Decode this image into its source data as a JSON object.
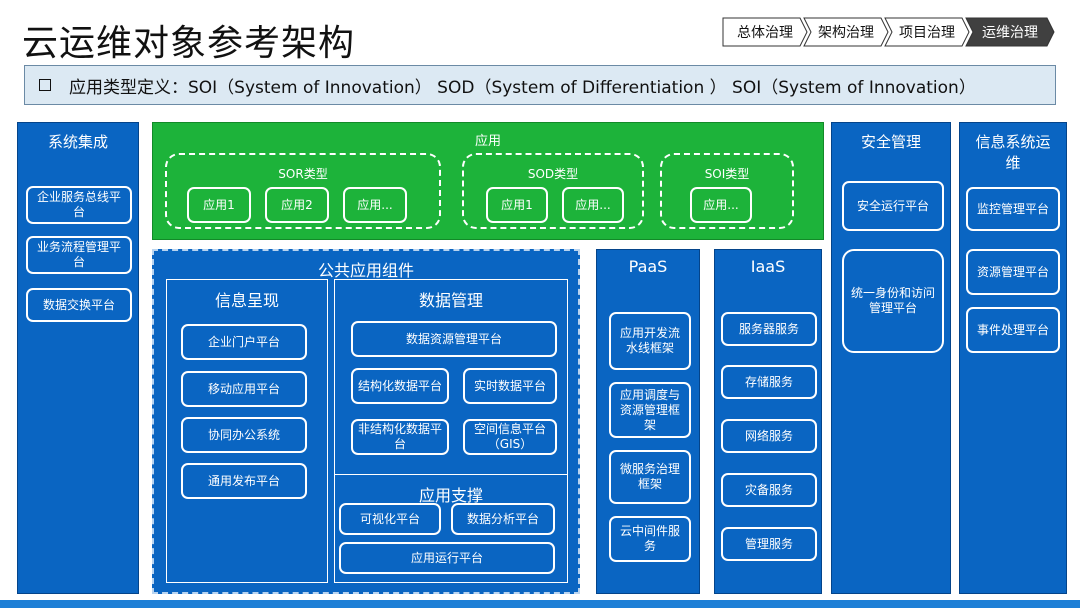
{
  "title": "云运维对象参考架构",
  "breadcrumb": [
    "总体治理",
    "架构治理",
    "项目治理",
    "运维治理"
  ],
  "definition": "应用类型定义：SOI（System of Innovation） SOD（System of Differentiation ） SOI（System of Innovation）",
  "system_integration": {
    "title": "系统集成",
    "items": [
      "企业服务总线平台",
      "业务流程管理平台",
      "数据交换平台"
    ]
  },
  "application": {
    "title": "应用",
    "groups": [
      {
        "title": "SOR类型",
        "items": [
          "应用1",
          "应用2",
          "应用..."
        ]
      },
      {
        "title": "SOD类型",
        "items": [
          "应用1",
          "应用..."
        ]
      },
      {
        "title": "SOI类型",
        "items": [
          "应用..."
        ]
      }
    ]
  },
  "common_components": {
    "title": "公共应用组件",
    "info_display": {
      "title": "信息呈现",
      "items": [
        "企业门户平台",
        "移动应用平台",
        "协同办公系统",
        "通用发布平台"
      ]
    },
    "data_management": {
      "title": "数据管理",
      "items": [
        "数据资源管理平台",
        "结构化数据平台",
        "实时数据平台",
        "非结构化数据平台",
        "空间信息平台（GIS）"
      ]
    },
    "app_support": {
      "title": "应用支撑",
      "items": [
        "可视化平台",
        "数据分析平台",
        "应用运行平台"
      ]
    }
  },
  "paas": {
    "title": "PaaS",
    "items": [
      "应用开发流水线框架",
      "应用调度与资源管理框架",
      "微服务治理框架",
      "云中间件服务"
    ]
  },
  "iaas": {
    "title": "IaaS",
    "items": [
      "服务器服务",
      "存储服务",
      "网络服务",
      "灾备服务",
      "管理服务"
    ]
  },
  "security": {
    "title": "安全管理",
    "items": [
      "安全运行平台",
      "统一身份和访问管理平台"
    ]
  },
  "ops": {
    "title": "信息系统运维",
    "items": [
      "监控管理平台",
      "资源管理平台",
      "事件处理平台"
    ]
  },
  "colors": {
    "blue": "#0a65c2",
    "green": "#1db33a",
    "light_panel": "#dce9f3"
  }
}
